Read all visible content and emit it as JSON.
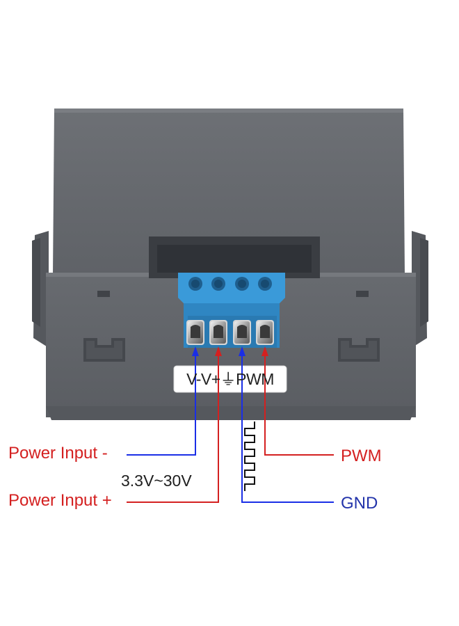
{
  "pin_label": "V-V+⏚PWM",
  "labels": {
    "power_input_minus": "Power Input -",
    "voltage_range": "3.3V~30V",
    "power_input_plus": "Power Input +",
    "pwm": "PWM",
    "gnd": "GND"
  },
  "colors": {
    "housing": "#66696e",
    "housing_dark": "#4c4f54",
    "terminal_block": "#3a9ad9",
    "wire_blue": "#1a2ee6",
    "wire_red": "#d42020",
    "label_red": "#d42020",
    "label_dark": "#1f1f1f",
    "label_blue": "#2233aa"
  }
}
